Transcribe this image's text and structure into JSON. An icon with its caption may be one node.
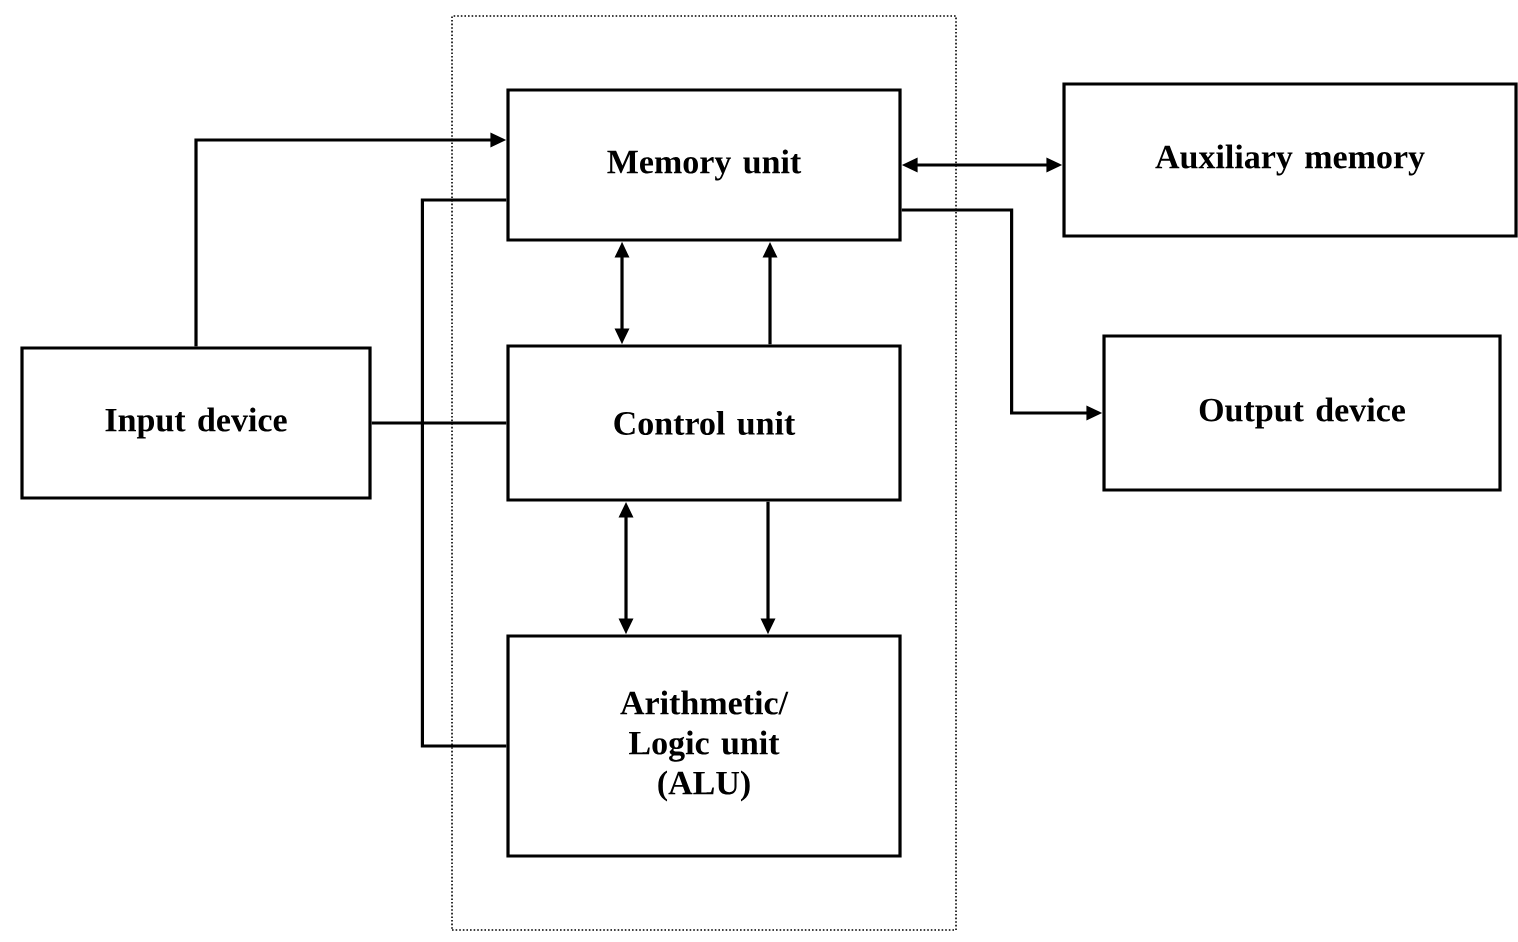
{
  "diagram": {
    "nodes": [
      {
        "text": [],
        "shape": "box"
      },
      {
        "text": [
          "Memory unit"
        ],
        "in": 0
      },
      {
        "text": [
          "Auxiliary memory"
        ]
      },
      {
        "text": [
          "Input device"
        ]
      },
      {
        "text": [
          "Control unit"
        ],
        "in": 0
      },
      {
        "text": [
          "Output device"
        ]
      },
      {
        "text": [
          "Arithmetic/ Logic unit (ALU)"
        ],
        "in": 0
      }
    ],
    "edges": [
      {
        "from": 3,
        "to": 1,
        "arrow": "to"
      },
      {
        "from": 1,
        "to": 2,
        "arrow": "both"
      },
      {
        "from": 1,
        "to": 5,
        "arrow": "to"
      },
      {
        "from": 1,
        "to": 4,
        "arrow": "both"
      },
      {
        "from": 4,
        "to": 1,
        "arrow": "to"
      },
      {
        "from": 4,
        "to": 6,
        "arrow": "both"
      },
      {
        "from": 4,
        "to": 6,
        "arrow": "to"
      },
      {
        "from": 3,
        "to": 4,
        "arrow": "none"
      },
      {
        "from": 6,
        "to": 1,
        "arrow": "none"
      }
    ]
  }
}
